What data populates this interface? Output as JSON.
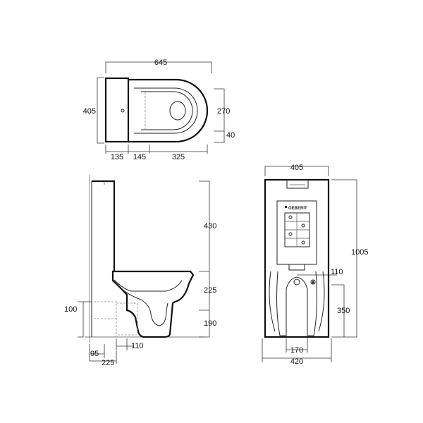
{
  "top_view": {
    "overall_length": "645",
    "depth": "405",
    "seat_width": "270",
    "seat_offset": "40",
    "segments": [
      "135",
      "145",
      "325"
    ]
  },
  "side_view": {
    "tank_height": "430",
    "bowl_height": "225",
    "base_height": "190",
    "inlet_height": "100",
    "drain_offset": "110",
    "wall_gap": "95",
    "wall_to_drain": "225"
  },
  "front_view": {
    "top_width": "405",
    "total_height": "1005",
    "drain_height": "110",
    "low_height": "350",
    "inner_width": "170",
    "base_width": "420",
    "brand_label": "GEBERIT"
  }
}
